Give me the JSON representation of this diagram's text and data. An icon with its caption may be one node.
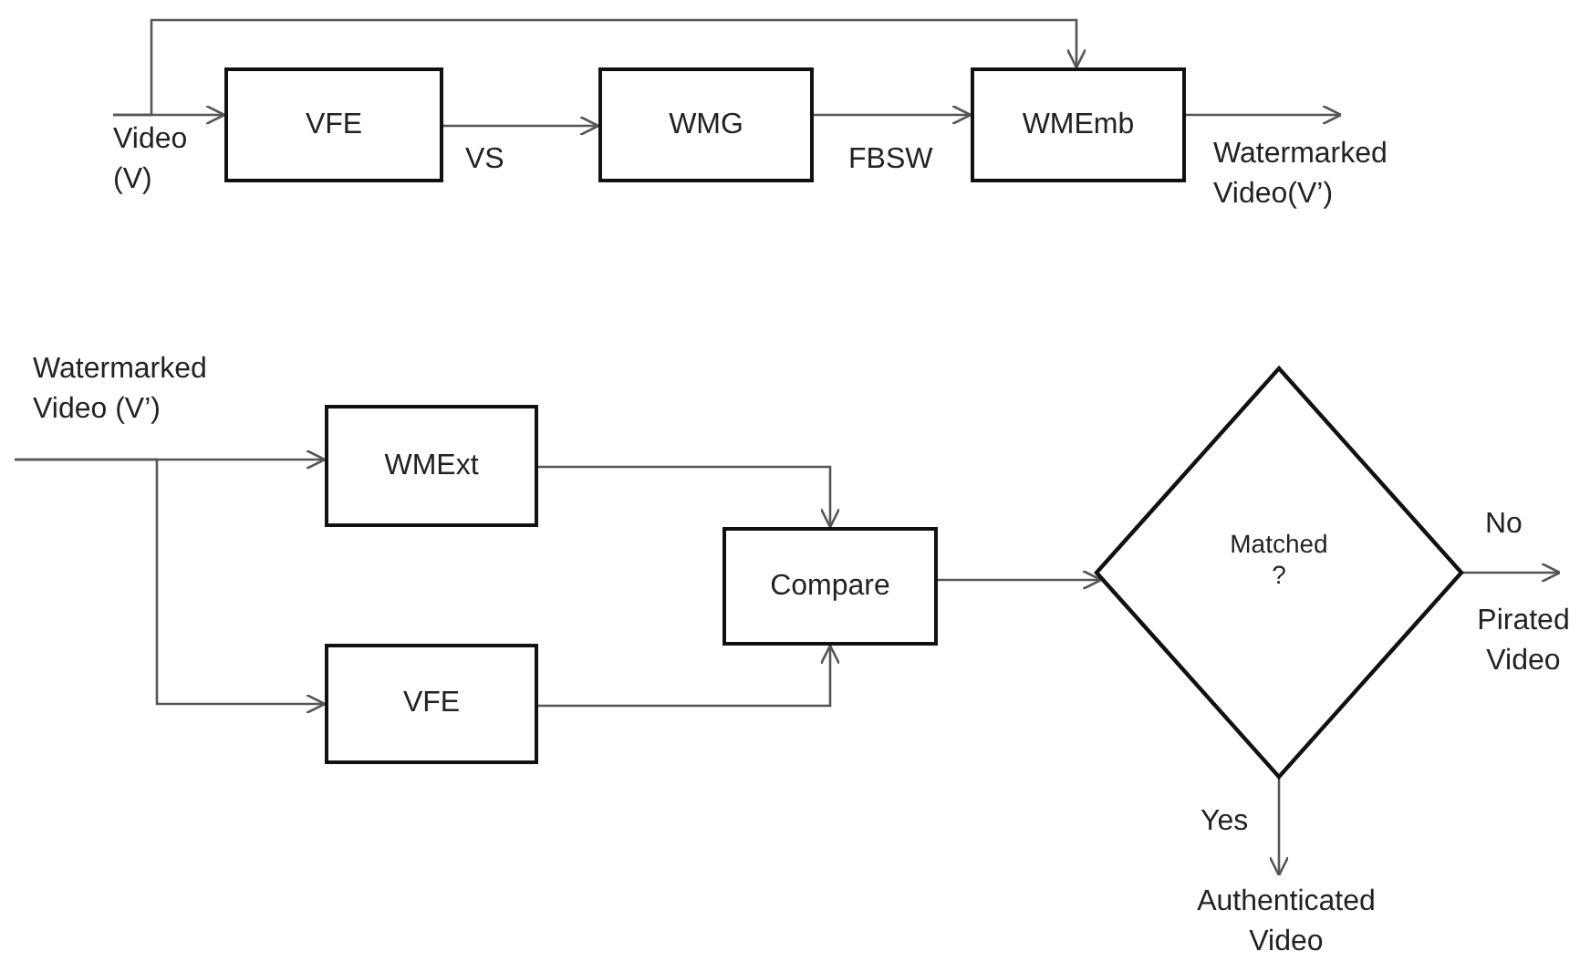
{
  "diagram": {
    "nodes": [
      {
        "text": [
          "VFE"
        ]
      },
      {
        "text": [
          "WMG"
        ]
      },
      {
        "text": [
          "WMEmb"
        ]
      },
      {
        "text": [
          "WMExt"
        ]
      },
      {
        "text": [
          "VFE"
        ]
      },
      {
        "text": [
          "Compare"
        ]
      },
      {
        "text": [
          "Matched ?"
        ]
      },
      {
        "text": [
          "Video (V)"
        ]
      },
      {
        "text": [
          "Watermarked Video(V’)"
        ]
      },
      {
        "text": [
          "Watermarked Video (V’)"
        ]
      },
      {
        "text": [
          "Pirated Video"
        ]
      },
      {
        "text": [
          "Authenticated Video"
        ]
      }
    ],
    "edges": [
      {
        "from": 7,
        "to": 0,
        "arrow": "to"
      },
      {
        "from": 0,
        "to": 1,
        "arrow": "to",
        "label": "VS"
      },
      {
        "from": 1,
        "to": 2,
        "arrow": "to",
        "label": "FBSW"
      },
      {
        "from": 7,
        "to": 2,
        "arrow": "to"
      },
      {
        "from": 2,
        "to": 8,
        "arrow": "to"
      },
      {
        "from": 9,
        "to": 3,
        "arrow": "to"
      },
      {
        "from": 9,
        "to": 4,
        "arrow": "to"
      },
      {
        "from": 3,
        "to": 5,
        "arrow": "to"
      },
      {
        "from": 4,
        "to": 5,
        "arrow": "to"
      },
      {
        "from": 5,
        "to": 6,
        "arrow": "to"
      },
      {
        "from": 6,
        "to": 10,
        "arrow": "to",
        "label": "No"
      },
      {
        "from": 6,
        "to": 11,
        "arrow": "to",
        "label": "Yes"
      }
    ]
  }
}
